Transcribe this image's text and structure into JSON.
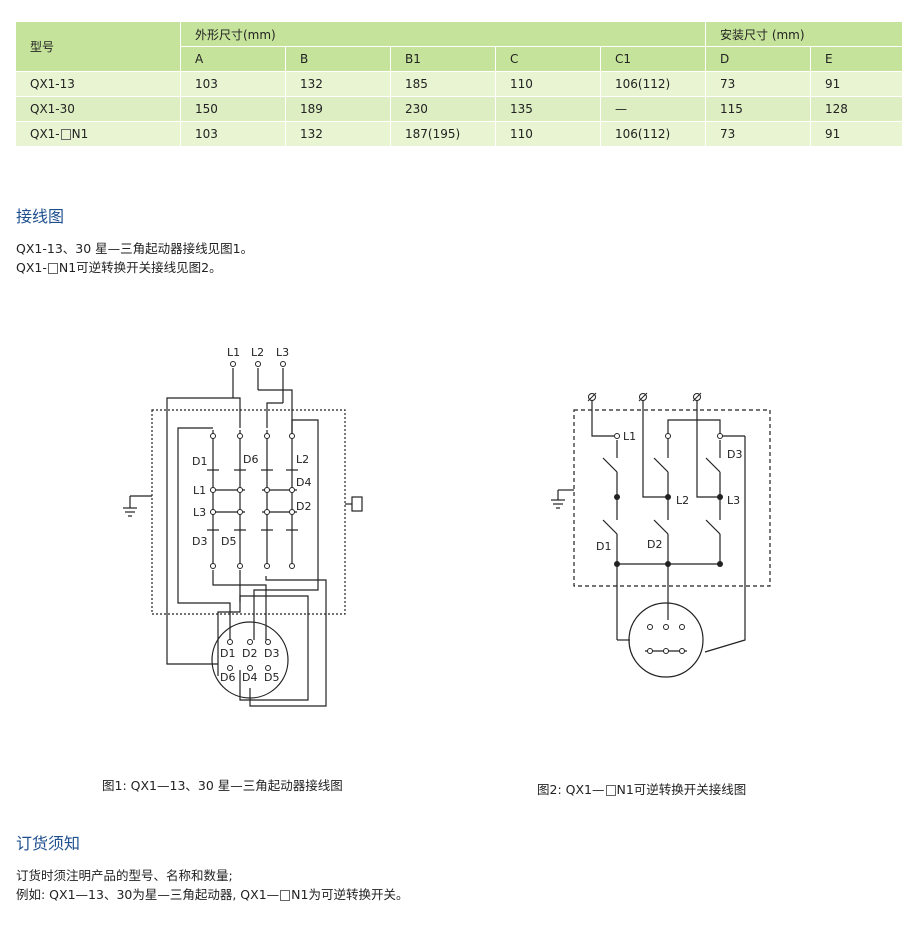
{
  "table": {
    "model_header": "型号",
    "dim_header": "外形尺寸(mm)",
    "install_header": "安装尺寸 (mm)",
    "columns": [
      "A",
      "B",
      "B1",
      "C",
      "C1",
      "D",
      "E"
    ],
    "rows": [
      {
        "model": "QX1-13",
        "values": [
          "103",
          "132",
          "185",
          "110",
          "106(112)",
          "73",
          "91"
        ]
      },
      {
        "model": "QX1-30",
        "values": [
          "150",
          "189",
          "230",
          "135",
          "—",
          "115",
          "128"
        ]
      },
      {
        "model_prefix": "QX1-",
        "model_suffix": "N1",
        "values": [
          "103",
          "132",
          "187(195)",
          "110",
          "106(112)",
          "73",
          "91"
        ]
      }
    ]
  },
  "wiring": {
    "title": "接线图",
    "line1": "QX1-13、30 星—三角起动器接线见图1。",
    "line2_prefix": "QX1-",
    "line2_suffix": "N1可逆转换开关接线见图2。"
  },
  "fig1": {
    "caption": "图1: QX1—13、30 星—三角起动器接线图",
    "labels": {
      "L1": "L1",
      "L2": "L2",
      "L3": "L3",
      "D1": "D1",
      "D2": "D2",
      "D3": "D3",
      "D4": "D4",
      "D5": "D5",
      "D6": "D6"
    }
  },
  "fig2": {
    "caption_prefix": "图2: QX1—",
    "caption_suffix": "N1可逆转换开关接线图",
    "labels": {
      "L1": "L1",
      "L2": "L2",
      "L3": "L3",
      "D1": "D1",
      "D2": "D2",
      "D3": "D3"
    }
  },
  "order": {
    "title": "订货须知",
    "line1": "订货时须注明产品的型号、名称和数量;",
    "line2_prefix": "例如: QX1—13、30为星—三角起动器, QX1—",
    "line2_suffix": "N1为可逆转换开关。"
  },
  "colors": {
    "header_green": "#c6e39b",
    "row_green": "#e8f4d2",
    "title_blue": "#1e4f8f"
  }
}
